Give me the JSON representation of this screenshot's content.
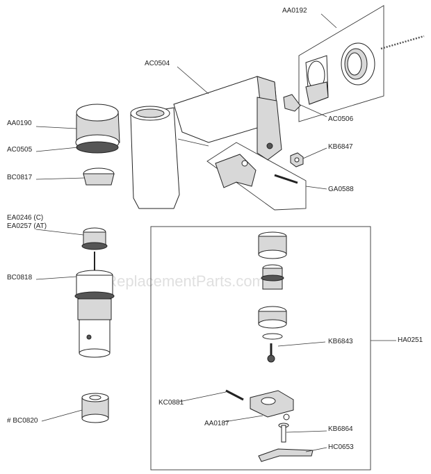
{
  "watermark": "eReplacementParts.com",
  "labels": {
    "AA0192": "AA0192",
    "AC0504": "AC0504",
    "AA0190": "AA0190",
    "AC0505": "AC0505",
    "AC0506": "AC0506",
    "KB6847": "KB6847",
    "BC0817": "BC0817",
    "GA0588": "GA0588",
    "EA0246": "EA0246 (C)",
    "EA0257": "EA0257 (AT)",
    "BC0818": "BC0818",
    "HA0251": "HA0251",
    "KB6843": "KB6843",
    "KC0881": "KC0881",
    "BC0820": "# BC0820",
    "AA0187": "AA0187",
    "KB6864": "KB6864",
    "HC0653": "HC0653"
  }
}
